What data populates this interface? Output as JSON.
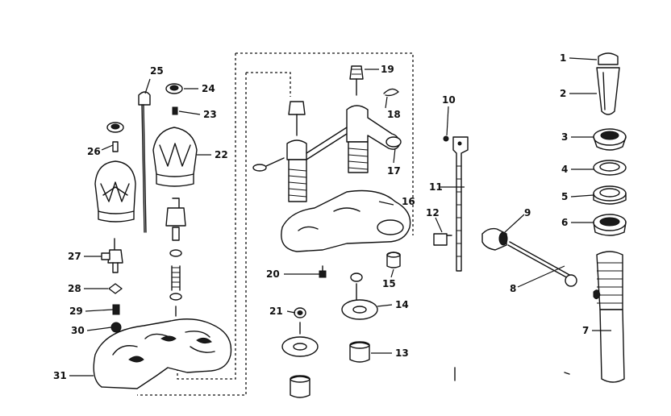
{
  "diagram": {
    "callouts": [
      {
        "id": "c1",
        "text": "1"
      },
      {
        "id": "c2",
        "text": "2"
      },
      {
        "id": "c3",
        "text": "3"
      },
      {
        "id": "c4",
        "text": "4"
      },
      {
        "id": "c5",
        "text": "5"
      },
      {
        "id": "c6",
        "text": "6"
      },
      {
        "id": "c7",
        "text": "7"
      },
      {
        "id": "c8",
        "text": "8"
      },
      {
        "id": "c9",
        "text": "9"
      },
      {
        "id": "c10",
        "text": "10"
      },
      {
        "id": "c11",
        "text": "11"
      },
      {
        "id": "c12",
        "text": "12"
      },
      {
        "id": "c13",
        "text": "13"
      },
      {
        "id": "c14",
        "text": "14"
      },
      {
        "id": "c15",
        "text": "15"
      },
      {
        "id": "c16",
        "text": "16"
      },
      {
        "id": "c17",
        "text": "17"
      },
      {
        "id": "c18",
        "text": "18"
      },
      {
        "id": "c19",
        "text": "19"
      },
      {
        "id": "c20",
        "text": "20"
      },
      {
        "id": "c21",
        "text": "21"
      },
      {
        "id": "c22",
        "text": "22"
      },
      {
        "id": "c23",
        "text": "23"
      },
      {
        "id": "c24",
        "text": "24"
      },
      {
        "id": "c25",
        "text": "25"
      },
      {
        "id": "c26",
        "text": "26"
      },
      {
        "id": "c27",
        "text": "27"
      },
      {
        "id": "c28",
        "text": "28"
      },
      {
        "id": "c29",
        "text": "29"
      },
      {
        "id": "c30",
        "text": "30"
      },
      {
        "id": "c31",
        "text": "31"
      }
    ],
    "colors": {
      "ink": "#111111",
      "paper": "#ffffff"
    }
  }
}
